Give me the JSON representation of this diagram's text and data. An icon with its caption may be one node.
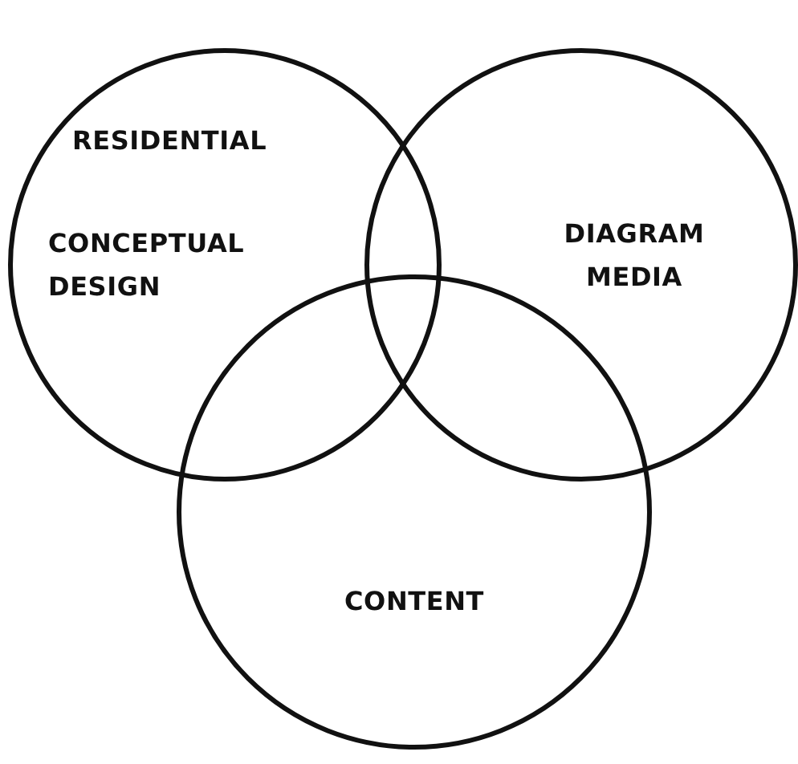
{
  "diagram": {
    "nodes": [
      {
        "text": [
          "RESIDENTIAL",
          "CONCEPTUAL DESIGN"
        ]
      },
      {
        "text": [
          "DIAGRAM MEDIA"
        ]
      },
      {
        "text": [
          "CONTENT"
        ]
      }
    ]
  }
}
